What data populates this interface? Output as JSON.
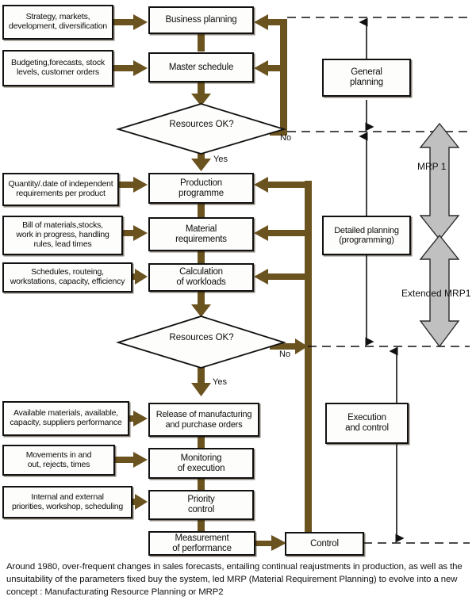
{
  "diagram": {
    "title": "MRP planning flowchart",
    "colors": {
      "arrow_brown": "#6b5320",
      "line_black": "#111111",
      "mrp_grey": "#b9b9b9",
      "box_fill": "#fdfdfb"
    },
    "input_boxes": [
      {
        "id": "strategy",
        "lines": [
          "Strategy, markets,",
          "development, diversification"
        ]
      },
      {
        "id": "budgeting",
        "lines": [
          "Budgeting,forecasts, stock",
          "levels, customer orders"
        ]
      },
      {
        "id": "quantity",
        "lines": [
          "Quantity/.date of independent",
          "requirements per product"
        ]
      },
      {
        "id": "bom",
        "lines": [
          "Bill of materials,stocks,",
          "work in progress, handling",
          "rules, lead times"
        ]
      },
      {
        "id": "schedules",
        "lines": [
          "Schedules, routeing,",
          "workstations, capacity, efficiency"
        ]
      },
      {
        "id": "available",
        "lines": [
          "Available materials, available,",
          "capacity, suppliers performance"
        ]
      },
      {
        "id": "movements",
        "lines": [
          "Movements in and",
          "out, rejects, times"
        ]
      },
      {
        "id": "internal",
        "lines": [
          "Internal and external",
          "priorities, workshop, scheduling"
        ]
      }
    ],
    "process_boxes": [
      {
        "id": "business-planning",
        "lines": [
          "Business  planning"
        ]
      },
      {
        "id": "master-schedule",
        "lines": [
          "Master schedule"
        ]
      },
      {
        "id": "production-programme",
        "lines": [
          "Production",
          "programme"
        ]
      },
      {
        "id": "material-requirements",
        "lines": [
          "Material",
          "requirements"
        ]
      },
      {
        "id": "calculation-workloads",
        "lines": [
          "Calculation",
          "of workloads"
        ]
      },
      {
        "id": "release-orders",
        "lines": [
          "Release of manufacturing",
          "and purchase orders"
        ]
      },
      {
        "id": "monitoring-execution",
        "lines": [
          "Monitoring",
          "of execution"
        ]
      },
      {
        "id": "priority-control",
        "lines": [
          "Priority",
          "control"
        ]
      },
      {
        "id": "measurement",
        "lines": [
          "Measurement",
          "of performance"
        ]
      },
      {
        "id": "control",
        "lines": [
          "Control"
        ]
      }
    ],
    "decisions": [
      {
        "id": "resources-ok-1",
        "lines": [
          "Resources",
          "OK?"
        ],
        "yes": "Yes",
        "no": "No"
      },
      {
        "id": "resources-ok-2",
        "lines": [
          "Resources",
          "OK?"
        ],
        "yes": "Yes",
        "no": "No"
      }
    ],
    "phase_boxes": [
      {
        "id": "general-planning",
        "lines": [
          "General",
          "planning"
        ]
      },
      {
        "id": "detailed-planning",
        "lines": [
          "Detailed planning",
          "(programming)"
        ]
      },
      {
        "id": "execution-control",
        "lines": [
          "Execution",
          "and control"
        ]
      }
    ],
    "mrp_labels": [
      {
        "id": "mrp-1",
        "text": "MRP 1"
      },
      {
        "id": "extended-mrp1",
        "text": "Extended MRP1"
      }
    ]
  },
  "caption": {
    "text": "Around 1980, over-frequent changes in sales forecasts, entailing continual reajustments in production, as well as the unsuitability of the parameters fixed buy the system, led MRP (Material Requirement Planning) to evolve into a new concept : Manufacturating Resource Planning or MRP2"
  }
}
